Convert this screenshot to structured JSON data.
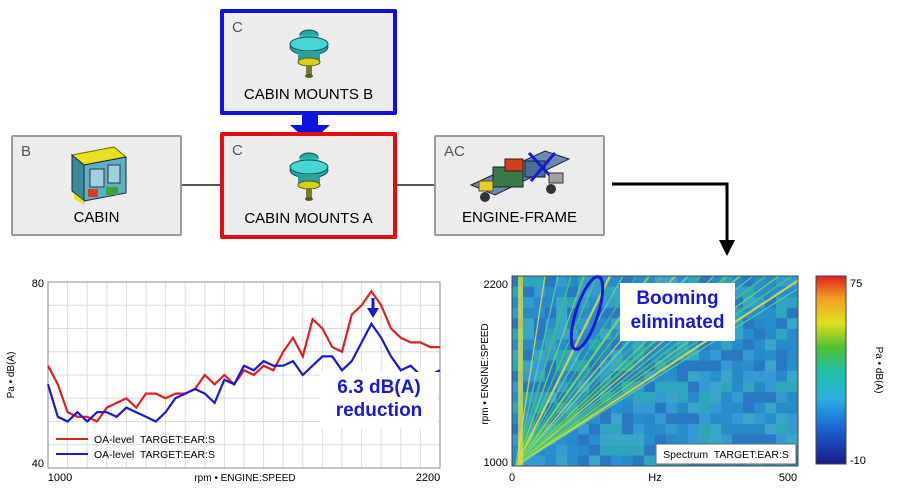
{
  "boxes": {
    "mounts_b": {
      "letter": "C",
      "label": "CABIN MOUNTS B"
    },
    "cabin": {
      "letter": "B",
      "label": "CABIN"
    },
    "mounts_a": {
      "letter": "C",
      "label": "CABIN MOUNTS A"
    },
    "engine": {
      "letter": "AC",
      "label": "ENGINE-FRAME"
    }
  },
  "chart_data": [
    {
      "type": "line",
      "xlabel": "rpm • ENGINE:SPEED",
      "ylabel": "Pa • dB(A)",
      "xlim": [
        1000,
        2200
      ],
      "ylim": [
        40,
        80
      ],
      "x_ticks": [
        "1000",
        "2200"
      ],
      "y_ticks": [
        "80",
        "40"
      ],
      "grid": true,
      "legend_position": "bottom-left",
      "series": [
        {
          "name": "OA-level  TARGET:EAR:S",
          "color": "#e02020",
          "x": [
            1000,
            1030,
            1060,
            1090,
            1120,
            1150,
            1180,
            1210,
            1240,
            1270,
            1300,
            1330,
            1360,
            1390,
            1420,
            1450,
            1480,
            1510,
            1540,
            1570,
            1600,
            1630,
            1660,
            1690,
            1720,
            1750,
            1780,
            1810,
            1840,
            1870,
            1900,
            1930,
            1960,
            1990,
            2020,
            2050,
            2080,
            2110,
            2140,
            2170,
            2200
          ],
          "y": [
            62,
            58,
            52,
            51,
            51,
            50,
            53,
            54,
            55,
            53,
            56,
            56,
            55,
            56,
            56,
            57,
            60,
            58,
            60,
            58,
            61,
            60,
            62,
            61,
            65,
            68,
            64,
            72,
            70,
            66,
            65,
            73,
            75,
            78,
            75,
            70,
            68,
            67,
            67,
            66,
            66
          ]
        },
        {
          "name": "OA-level  TARGET:EAR:S",
          "color": "#1a1ad0",
          "x": [
            1000,
            1030,
            1060,
            1090,
            1120,
            1150,
            1180,
            1210,
            1240,
            1270,
            1300,
            1330,
            1360,
            1390,
            1420,
            1450,
            1480,
            1510,
            1540,
            1570,
            1600,
            1630,
            1660,
            1690,
            1720,
            1750,
            1780,
            1810,
            1840,
            1870,
            1900,
            1930,
            1960,
            1990,
            2020,
            2050,
            2080,
            2110,
            2140,
            2170,
            2200
          ],
          "y": [
            58,
            51,
            50,
            52,
            50,
            52,
            52,
            51,
            53,
            52,
            51,
            50,
            52,
            55,
            56,
            57,
            56,
            54,
            59,
            58,
            62,
            61,
            63,
            62,
            62,
            63,
            60,
            62,
            64,
            64,
            61,
            63,
            67,
            71,
            68,
            64,
            61,
            62,
            60,
            60,
            61
          ]
        }
      ],
      "annotation": {
        "line1": "6.3 dB(A)",
        "line2": "reduction"
      }
    },
    {
      "type": "heatmap",
      "xlabel": "Hz",
      "ylabel": "rpm • ENGINE:SPEED",
      "xlim": [
        0,
        500
      ],
      "ylim": [
        1000,
        2200
      ],
      "x_ticks": [
        "0",
        "500"
      ],
      "y_ticks": [
        "2200",
        "1000"
      ],
      "colorbar": {
        "label": "Pa • dB(A)",
        "ticks": [
          "75",
          "-10"
        ],
        "range": [
          -10,
          75
        ]
      },
      "caption": "Spectrum  TARGET:EAR:S",
      "annotation": {
        "line1": "Booming",
        "line2": "eliminated"
      }
    }
  ],
  "colors": {
    "blue": "#1010e0",
    "red": "#e01010",
    "annot_blue": "#1a1ad0"
  }
}
